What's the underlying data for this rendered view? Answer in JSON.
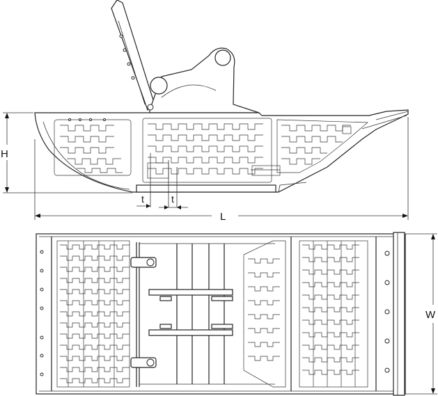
{
  "diagram": {
    "side_view": {
      "labels": {
        "height": "H",
        "length": "L",
        "thickness_left": "t",
        "thickness_right": "t"
      }
    },
    "top_view": {
      "labels": {
        "width": "W"
      }
    },
    "colors": {
      "line": "#222222",
      "background": "#ffffff"
    }
  }
}
